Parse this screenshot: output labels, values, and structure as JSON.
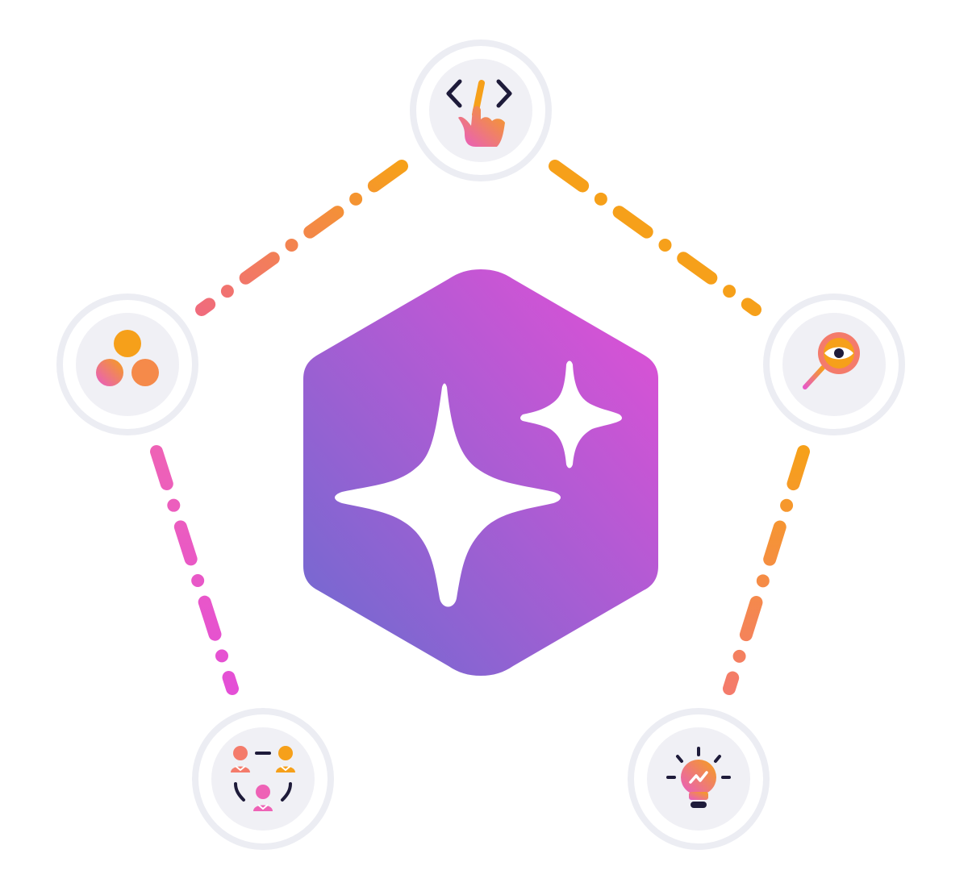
{
  "diagram": {
    "center": {
      "icon": "sparkles-icon",
      "gradient": [
        "#6C6BD0",
        "#E44FD6"
      ]
    },
    "nodes": [
      {
        "id": "top",
        "icon": "code-touch-icon"
      },
      {
        "id": "right",
        "icon": "search-eye-icon"
      },
      {
        "id": "bottom-right",
        "icon": "lightbulb-chart-icon"
      },
      {
        "id": "bottom-left",
        "icon": "team-cycle-icon"
      },
      {
        "id": "left",
        "icon": "group-dots-icon"
      }
    ],
    "colors": {
      "orange": "#F6A01A",
      "coral": "#F47B6B",
      "pink": "#E85AC6",
      "navy": "#1E1B3A",
      "node_ring": "#ECEDF3",
      "node_fill": "#F0F0F5"
    }
  }
}
